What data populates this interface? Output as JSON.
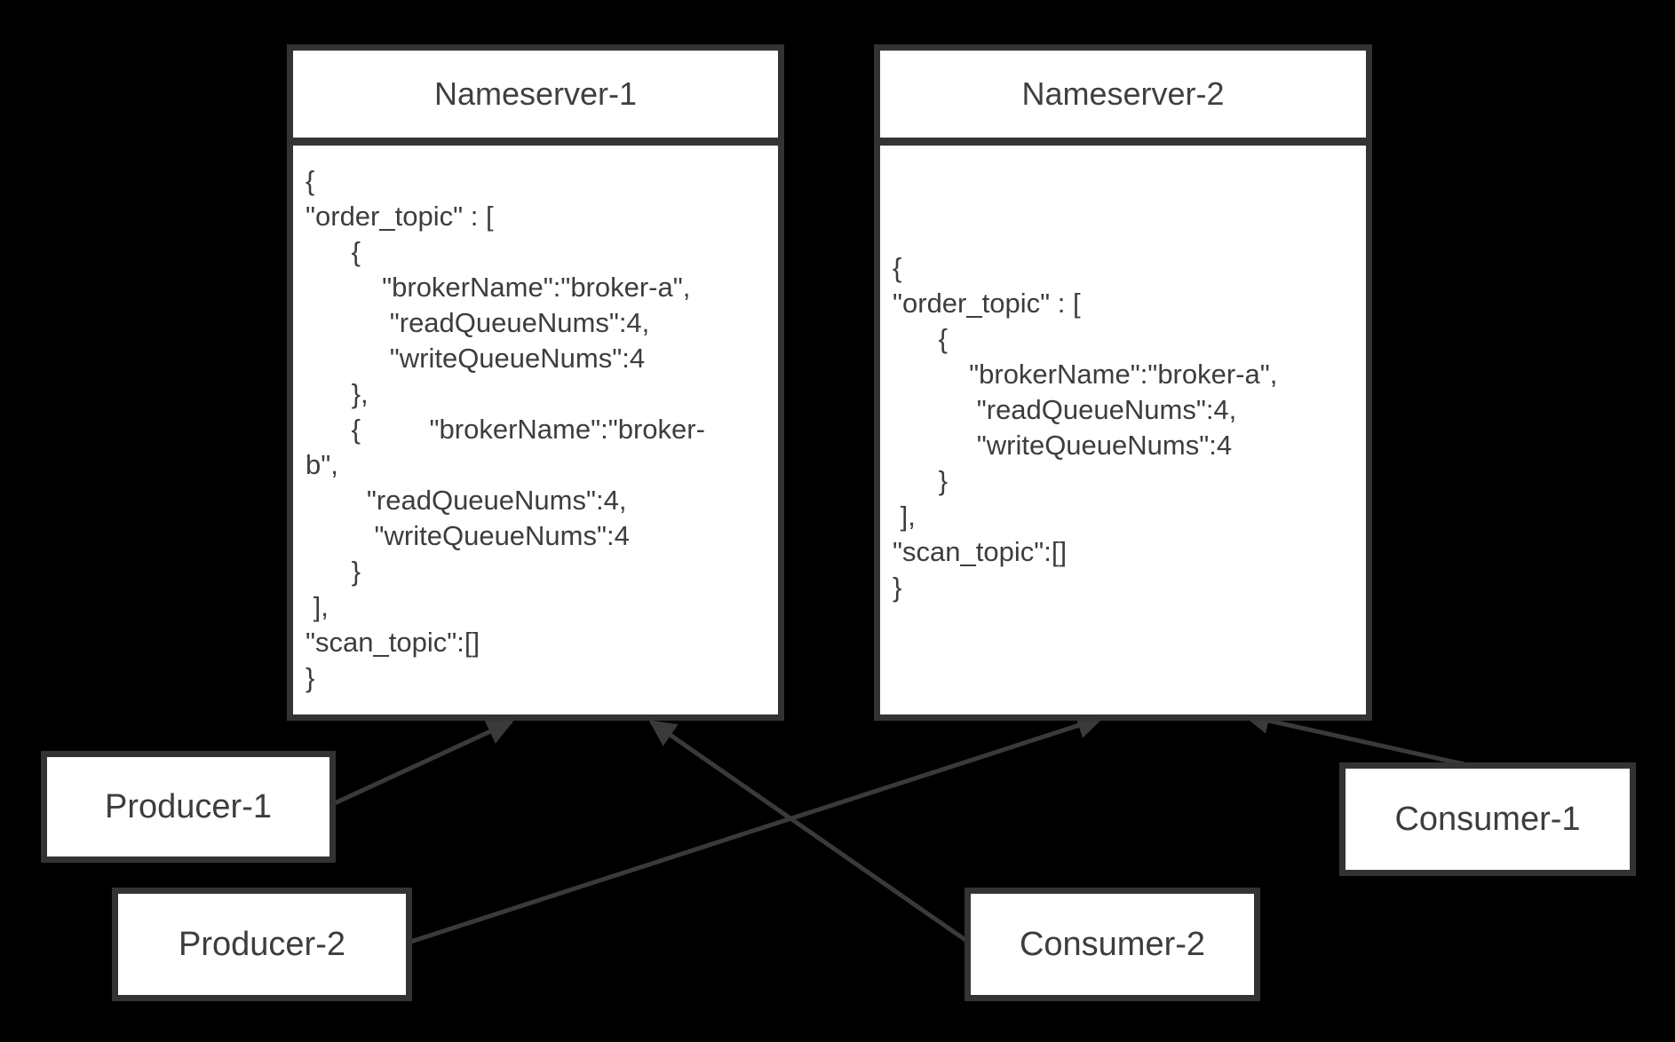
{
  "diagram": {
    "background_color": "#000000",
    "box_fill_color": "#ffffff",
    "box_border_color": "#333333",
    "text_color": "#3d3d3d",
    "arrow_color": "#3a3a3a"
  },
  "nameservers": [
    {
      "title": "Nameserver-1",
      "registry_json": "{\n\"order_topic\" : [\n      {\n          \"brokerName\":\"broker-a\",\n           \"readQueueNums\":4,\n           \"writeQueueNums\":4\n      },\n      {         \"brokerName\":\"broker-\nb\",\n        \"readQueueNums\":4,\n         \"writeQueueNums\":4\n      }\n ],\n\"scan_topic\":[]\n}"
    },
    {
      "title": "Nameserver-2",
      "registry_json": "{\n\"order_topic\" : [\n      {\n          \"brokerName\":\"broker-a\",\n           \"readQueueNums\":4,\n           \"writeQueueNums\":4\n      }\n ],\n\"scan_topic\":[]\n}"
    }
  ],
  "clients": [
    {
      "label": "Producer-1"
    },
    {
      "label": "Producer-2"
    },
    {
      "label": "Consumer-1"
    },
    {
      "label": "Consumer-2"
    }
  ],
  "connections": [
    {
      "from": "Producer-1",
      "to": "Nameserver-1"
    },
    {
      "from": "Producer-2",
      "to": "Nameserver-2"
    },
    {
      "from": "Consumer-1",
      "to": "Nameserver-2"
    },
    {
      "from": "Consumer-2",
      "to": "Nameserver-1"
    }
  ]
}
